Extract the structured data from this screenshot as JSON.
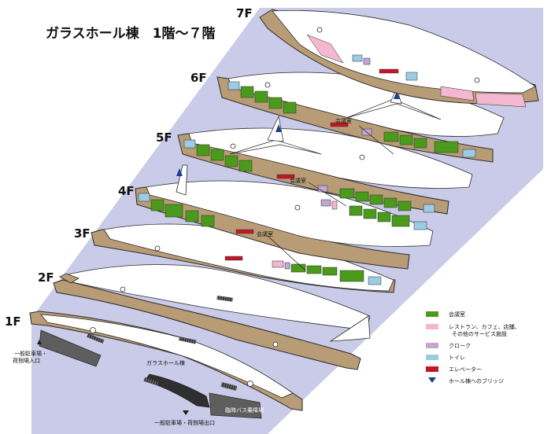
{
  "title": "ガラスホール棟　1階～７階",
  "floors": {
    "f1": "1F",
    "f2": "2F",
    "f3": "3F",
    "f4": "4F",
    "f5": "5F",
    "f6": "6F",
    "f7": "7F"
  },
  "labels": {
    "room_6f": "会議室",
    "room_5f": "会議室",
    "room_4f": "会議室",
    "building_1f": "ガラスホール棟",
    "parking_entrance": "一般駐車場・\n荷捌場入口",
    "parking_exit": "一般駐車場・荷捌場出口",
    "bus_area": "臨時バス乗降場"
  },
  "legend": [
    {
      "key": "meeting",
      "label": "会議室",
      "color": "#4a9a1c",
      "icon": "green-swatch"
    },
    {
      "key": "restaurant",
      "label": "レストラン、カフェ、店舗、\nその他のサービス施設",
      "color": "#f3b8d0",
      "icon": "pink-swatch"
    },
    {
      "key": "cloak",
      "label": "クローク",
      "color": "#c3a6d6",
      "icon": "lavender-swatch"
    },
    {
      "key": "toilet",
      "label": "トイレ",
      "color": "#9ccbe6",
      "icon": "blue-swatch"
    },
    {
      "key": "elevator",
      "label": "エレベーター",
      "color": "#c4162a",
      "icon": "red-swatch"
    },
    {
      "key": "bridge",
      "label": "ホール棟へのブリッジ",
      "color": "#1e3f8a",
      "icon": "triangle-icon"
    }
  ],
  "colors": {
    "diagonal_band": "#c9cbe8",
    "floor_tan": "#b89c76",
    "floor_outline": "#2a2a2a",
    "atrium": "#ffffff",
    "bus_area": "#5e5e5e"
  }
}
